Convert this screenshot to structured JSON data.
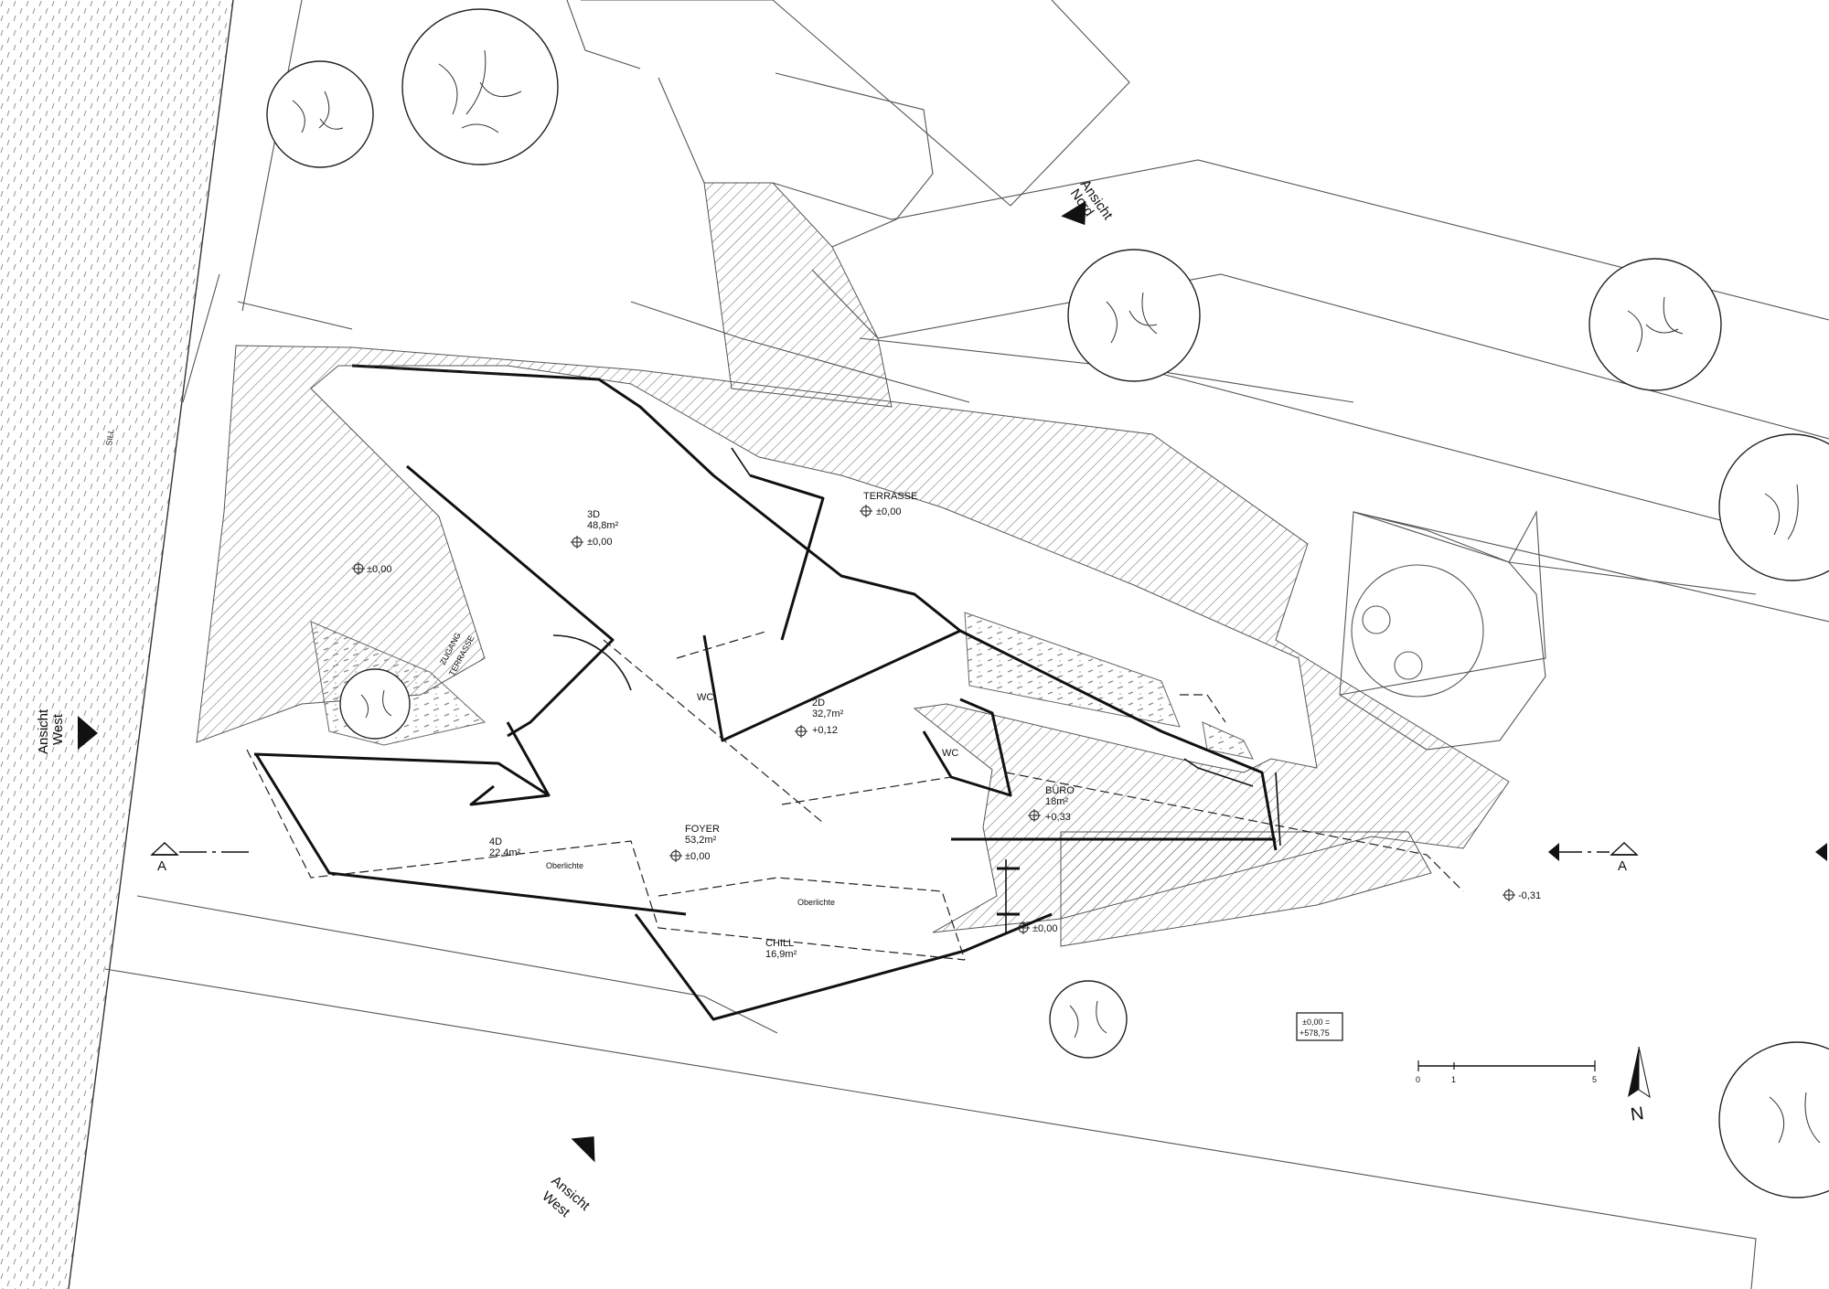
{
  "rooms": {
    "r3d": {
      "name": "3D",
      "area": "48,8m²",
      "level": "±0,00"
    },
    "r2d": {
      "name": "2D",
      "area": "32,7m²",
      "level": "+0,12"
    },
    "foyer": {
      "name": "FOYER",
      "area": "53,2m²",
      "level": "±0,00"
    },
    "r4d": {
      "name": "4D",
      "area": "22,4m²"
    },
    "chill": {
      "name": "CHILL",
      "area": "16,9m²"
    },
    "buero": {
      "name": "BÜRO",
      "area": "18m²",
      "level": "+0,33"
    },
    "terrasse": {
      "name": "TERRASSE",
      "level": "±0,00"
    },
    "wc1": {
      "name": "WC"
    },
    "wc2": {
      "name": "WC"
    }
  },
  "labels": {
    "zugang_1": "ZUGANG",
    "zugang_2": "TERRASSE",
    "oberlichte_1": "Oberlichte",
    "oberlichte_2": "Oberlichte",
    "sill": "SILL",
    "level_west": "±0,00",
    "level_entry": "±0,00",
    "level_east": "-0,31",
    "datum_1": "±0,00 =",
    "datum_2": "+578,75"
  },
  "views": {
    "nord_1": "Ansicht",
    "nord_2": "Nord",
    "west_left_1": "Ansicht",
    "west_left_2": "West",
    "west_bottom_1": "Ansicht",
    "west_bottom_2": "West"
  },
  "section": {
    "left": "A",
    "right": "A"
  },
  "scale_bar": {
    "ticks": [
      "0",
      "1",
      "5"
    ]
  },
  "north": "N",
  "colors": {
    "line": "#111111",
    "hatch": "#666666",
    "planting": "#9a9a9a",
    "paper": "#ffffff"
  }
}
